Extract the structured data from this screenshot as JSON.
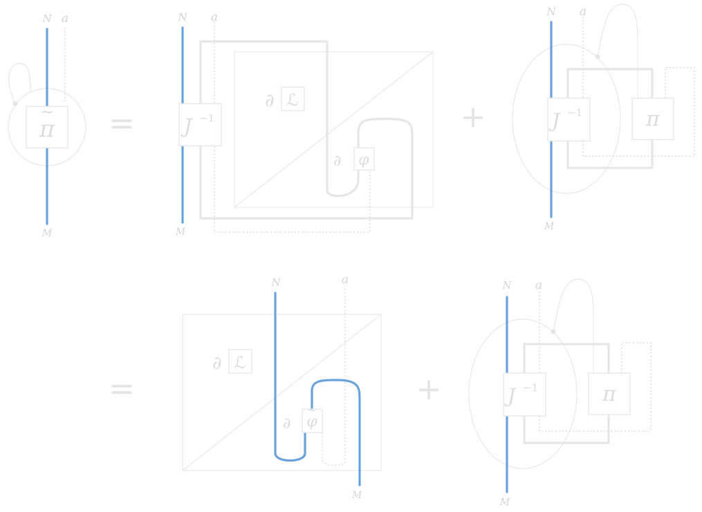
{
  "labels": {
    "N": "N",
    "M": "M",
    "a": "a",
    "pi_tilde": "π",
    "tilde": "~",
    "pi": "π",
    "J": "J",
    "inv": "−1",
    "partial": "∂",
    "L": "ℒ",
    "phi": "φ",
    "equals": "=",
    "plus": "+"
  },
  "colors": {
    "string_blue": "#6aa3dc",
    "faint_gray": "#e6e6e6"
  }
}
